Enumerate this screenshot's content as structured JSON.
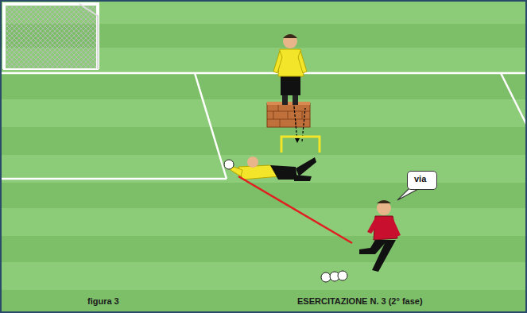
{
  "diagram": {
    "title": "ESERCITAZIONE N. 3 (2° fase)",
    "caption": "figura 3",
    "nodes": [
      {
        "text": [
          "via"
        ]
      }
    ]
  }
}
